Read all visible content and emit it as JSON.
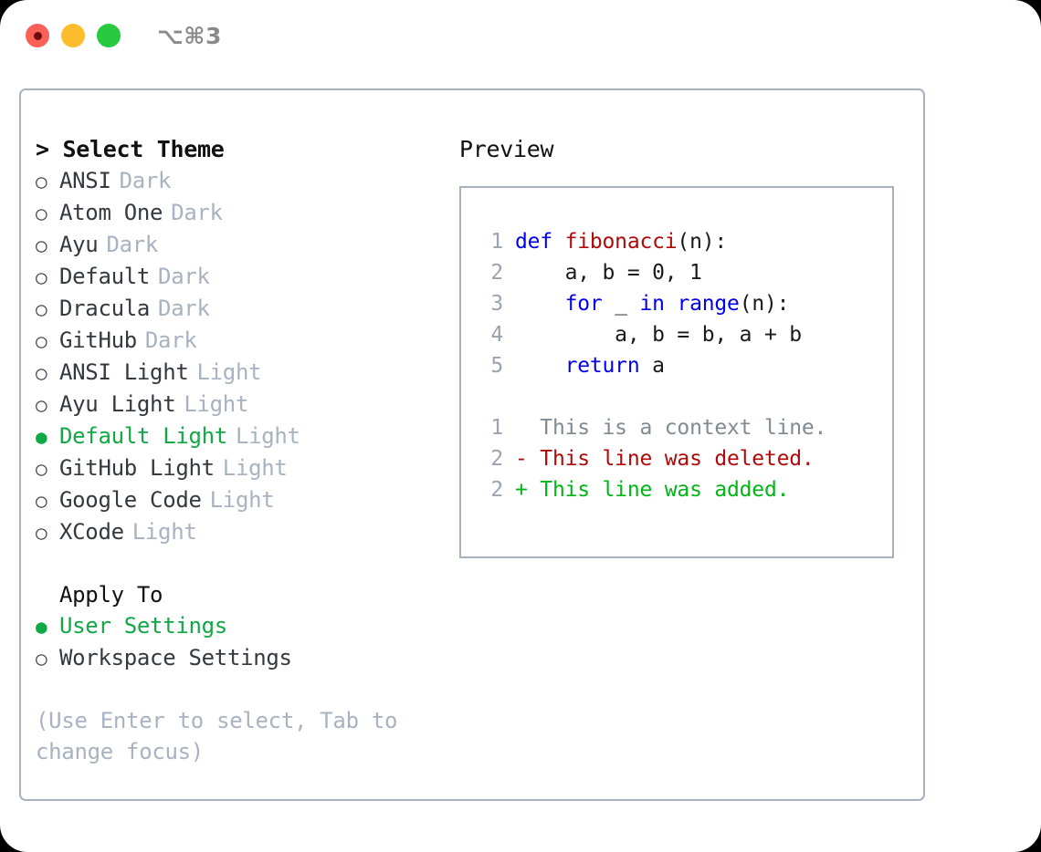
{
  "titlebar": {
    "lights": [
      {
        "name": "close-button",
        "color": "#fb6058"
      },
      {
        "name": "minimize-button",
        "color": "#ffbd2e"
      },
      {
        "name": "maximize-button",
        "color": "#27c93f"
      }
    ],
    "shortcut": "⌥⌘3"
  },
  "colors": {
    "accent_green": "#11a845",
    "muted": "#a8b2c1",
    "border": "#a7b2c0",
    "keyword_blue": "#0000ee",
    "function_red": "#b00909",
    "diff_add_green": "#00b515",
    "diff_del_red": "#b00909"
  },
  "theme_list": {
    "header": "> Select Theme",
    "items": [
      {
        "bullet": "○",
        "label": "ANSI",
        "tag": "Dark",
        "selected": false
      },
      {
        "bullet": "○",
        "label": "Atom One",
        "tag": "Dark",
        "selected": false
      },
      {
        "bullet": "○",
        "label": "Ayu",
        "tag": "Dark",
        "selected": false
      },
      {
        "bullet": "○",
        "label": "Default",
        "tag": "Dark",
        "selected": false
      },
      {
        "bullet": "○",
        "label": "Dracula",
        "tag": "Dark",
        "selected": false
      },
      {
        "bullet": "○",
        "label": "GitHub",
        "tag": "Dark",
        "selected": false
      },
      {
        "bullet": "○",
        "label": "ANSI Light",
        "tag": "Light",
        "selected": false
      },
      {
        "bullet": "○",
        "label": "Ayu Light",
        "tag": "Light",
        "selected": false
      },
      {
        "bullet": "●",
        "label": "Default Light",
        "tag": "Light",
        "selected": true
      },
      {
        "bullet": "○",
        "label": "GitHub Light",
        "tag": "Light",
        "selected": false
      },
      {
        "bullet": "○",
        "label": "Google Code",
        "tag": "Light",
        "selected": false
      },
      {
        "bullet": "○",
        "label": "XCode",
        "tag": "Light",
        "selected": false
      }
    ]
  },
  "apply_to": {
    "header": "Apply To",
    "items": [
      {
        "bullet": "●",
        "label": "User Settings",
        "selected": true
      },
      {
        "bullet": "○",
        "label": "Workspace Settings",
        "selected": false
      }
    ]
  },
  "hint": "(Use Enter to select, Tab to change focus)",
  "preview": {
    "title": "Preview",
    "code_lines": [
      {
        "no": "1",
        "tokens": [
          {
            "t": "def ",
            "c": "kw"
          },
          {
            "t": "fibonacci",
            "c": "fn"
          },
          {
            "t": "(n):",
            "c": "plain"
          }
        ]
      },
      {
        "no": "2",
        "tokens": [
          {
            "t": "    a, b = 0, 1",
            "c": "plain"
          }
        ]
      },
      {
        "no": "3",
        "tokens": [
          {
            "t": "    ",
            "c": "plain"
          },
          {
            "t": "for",
            "c": "kw"
          },
          {
            "t": " _ ",
            "c": "plain"
          },
          {
            "t": "in",
            "c": "kw"
          },
          {
            "t": " ",
            "c": "plain"
          },
          {
            "t": "range",
            "c": "kw"
          },
          {
            "t": "(n):",
            "c": "plain"
          }
        ]
      },
      {
        "no": "4",
        "tokens": [
          {
            "t": "        a, b = b, a + b",
            "c": "plain"
          }
        ]
      },
      {
        "no": "5",
        "tokens": [
          {
            "t": "    ",
            "c": "plain"
          },
          {
            "t": "return",
            "c": "kw"
          },
          {
            "t": " a",
            "c": "plain"
          }
        ]
      }
    ],
    "diff_lines": [
      {
        "no": "1",
        "marker": " ",
        "text": " This is a context line.",
        "kind": "ctx"
      },
      {
        "no": "2",
        "marker": "-",
        "text": " This line was deleted.",
        "kind": "del"
      },
      {
        "no": "2",
        "marker": "+",
        "text": " This line was added.",
        "kind": "add"
      }
    ]
  }
}
